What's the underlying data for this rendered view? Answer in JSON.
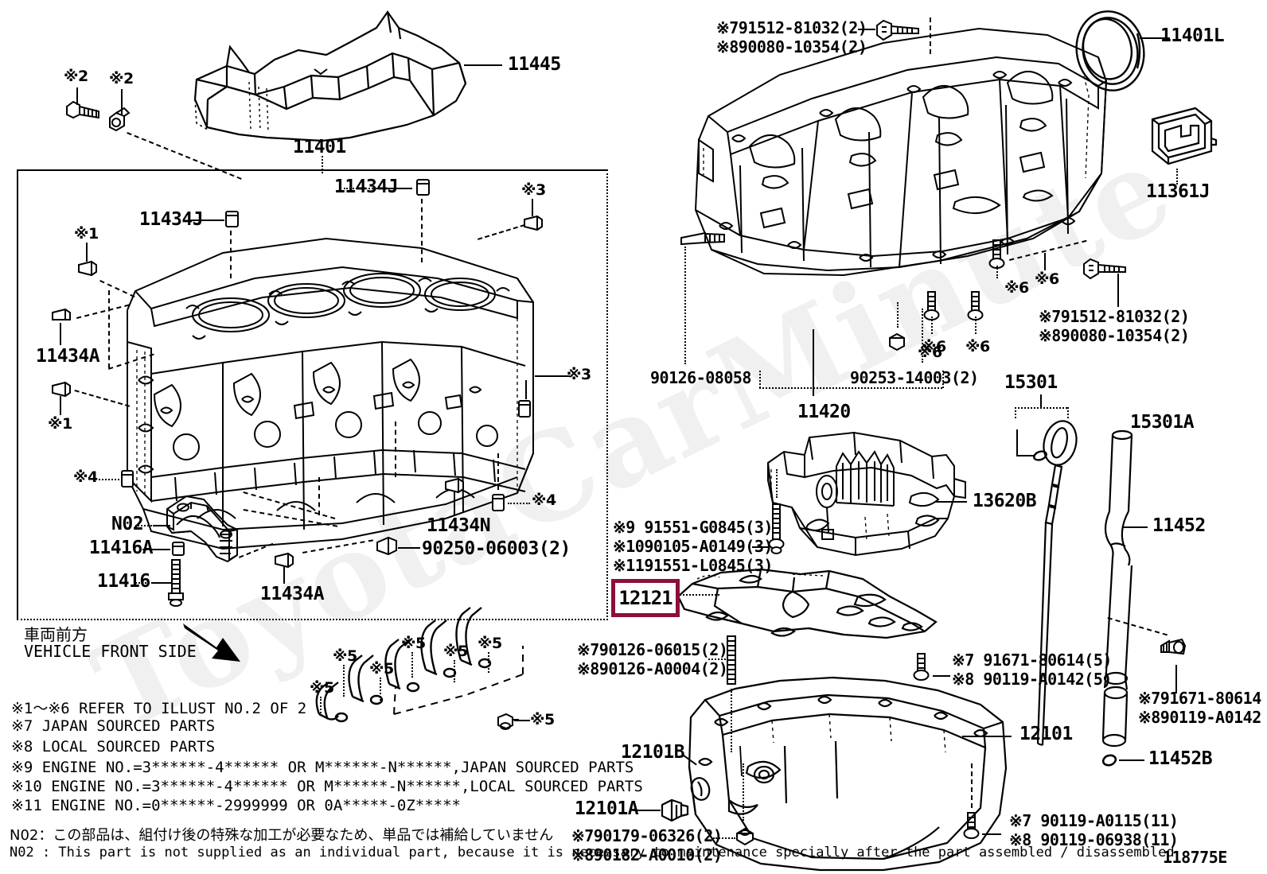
{
  "meta": {
    "diagram_code": "118775E",
    "watermark": "ToyotaCarMinute"
  },
  "top_left": {
    "cover_label": "11445",
    "housing_label": "11401",
    "ref_bolt_1": "※2",
    "ref_bolt_2": "※2"
  },
  "block_panel": {
    "pins_top_1": "11434J",
    "pins_top_2": "11434J",
    "ref_3a": "※3",
    "ref_3b": "※3",
    "ref_1a": "※1",
    "ref_1b": "※1",
    "pin_left": "11434A",
    "ref_4a": "※4",
    "ref_4b": "※4",
    "ref_4c": "※4",
    "bearing_cap": "N02",
    "bolt_washer": "11416A",
    "bolt": "11416",
    "pin_bottom": "11434A",
    "pin_center": "11434N",
    "plug": "90250-06003(2)"
  },
  "front_side": {
    "jp": "車両前方",
    "en": "VEHICLE FRONT SIDE"
  },
  "stud_refs": [
    {
      "label": "※5"
    },
    {
      "label": "※5"
    },
    {
      "label": "※5"
    },
    {
      "label": "※5"
    },
    {
      "label": "※5"
    },
    {
      "label": "※5"
    },
    {
      "label": "※5"
    }
  ],
  "legend": [
    "※1～※6  REFER TO ILLUST NO.2 OF 2",
    "※7 JAPAN SOURCED PARTS",
    "※8 LOCAL SOURCED PARTS",
    "※9 ENGINE NO.=3******-4****** OR M******-N******,JAPAN SOURCED PARTS",
    "※10 ENGINE NO.=3******-4****** OR M******-N******,LOCAL SOURCED PARTS",
    "※11 ENGINE NO.=0******-2999999 OR 0A*****-0Z*****"
  ],
  "notes": {
    "jp": "N02：この部品は、組付け後の特殊な加工が必要なため、単品では補給していません",
    "en": "N02 : This part is not supplied as an individual part, because it is necessary to maintenance specially after the part assembled / disassembled"
  },
  "right_column": {
    "top_bolt_japan": "※791512-81032(2)",
    "top_bolt_local": "※890080-10354(2)",
    "oil_seal": "11401L",
    "gasket_cover": "11361J",
    "mid_bolt_japan": "※791512-81032(2)",
    "mid_bolt_local": "※890080-10354(2)",
    "ref_6a": "※6",
    "ref_6b": "※6",
    "ref_6c": "※6",
    "ref_6d": "※6",
    "ref_6e": "※6",
    "stud": "90126-08058",
    "bolt_pair": "90253-14003(2)",
    "ladder_frame": "11420",
    "dipstick_guide": "15301",
    "dipstick_oring": "15301A",
    "oil_pump": "13620B",
    "oil_tube": "11452",
    "pump_bolt_9": "※9  91551-G0845(3)",
    "pump_bolt_10": "※1090105-A0149(3)",
    "pump_bolt_11": "※1191551-L0845(3)",
    "baffle_plate": "12121",
    "baffle_bolt_japan": "※790126-06015(2)",
    "baffle_bolt_local": "※890126-A0004(2)",
    "pan_bolt_japan": "※7 91671-80614(5)",
    "pan_bolt_local": "※8 90119-A0142(5)",
    "tube_bolt_japan": "※791671-80614",
    "tube_bolt_local": "※890119-A0142",
    "oil_pan": "12101",
    "tube_oring": "11452B",
    "drain_gasket": "12101B",
    "drain_plug": "12101A",
    "drain_japan": "※790179-06326(2)",
    "drain_local": "※890182-A0010(2)",
    "pan_bolt2_japan": "※7 90119-A0115(11)",
    "pan_bolt2_local": "※8 90119-06938(11)"
  }
}
